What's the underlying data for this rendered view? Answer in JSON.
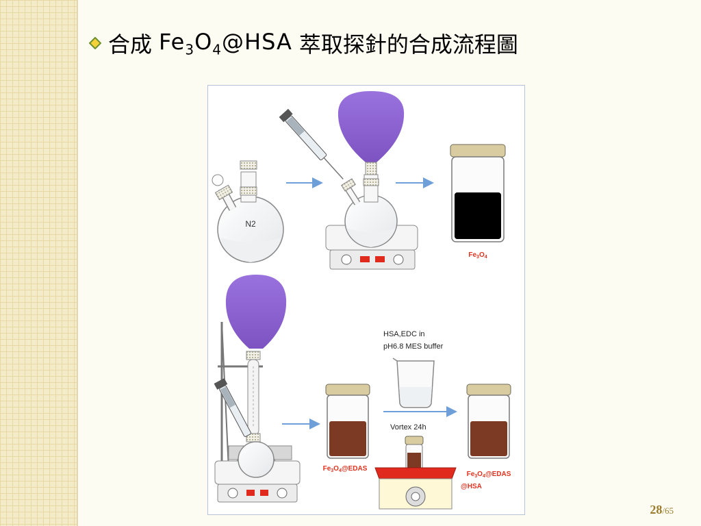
{
  "slide": {
    "title_prefix": "合成",
    "formula": {
      "fe": "Fe",
      "n1": "3",
      "o": "O",
      "n2": "4",
      "suffix": "@HSA"
    },
    "title_suffix": "萃取探針的合成流程圖"
  },
  "figure": {
    "labels": {
      "flask_gas": "N2",
      "product1": {
        "fe": "Fe",
        "n1": "3",
        "o": "O",
        "n2": "4"
      },
      "product2": {
        "fe": "Fe",
        "n1": "3",
        "o": "O",
        "n2": "4",
        "suffix": "@EDAS"
      },
      "reagent_line1": "HSA,EDC in",
      "reagent_line2": "pH6.8 MES buffer",
      "vortex": "Vortex 24h",
      "product3_line1": {
        "fe": "Fe",
        "n1": "3",
        "o": "O",
        "n2": "4",
        "suffix": "@EDAS"
      },
      "product3_line2": "@HSA"
    },
    "colors": {
      "balloon": "#8e63cf",
      "black_product": "#000000",
      "brown_product": "#7c3a24",
      "arrow": "#6f9fd8",
      "red_label": "#e0321e",
      "stirrer_red": "#e02a1e"
    }
  },
  "page": {
    "current": "28",
    "total": "/65"
  }
}
